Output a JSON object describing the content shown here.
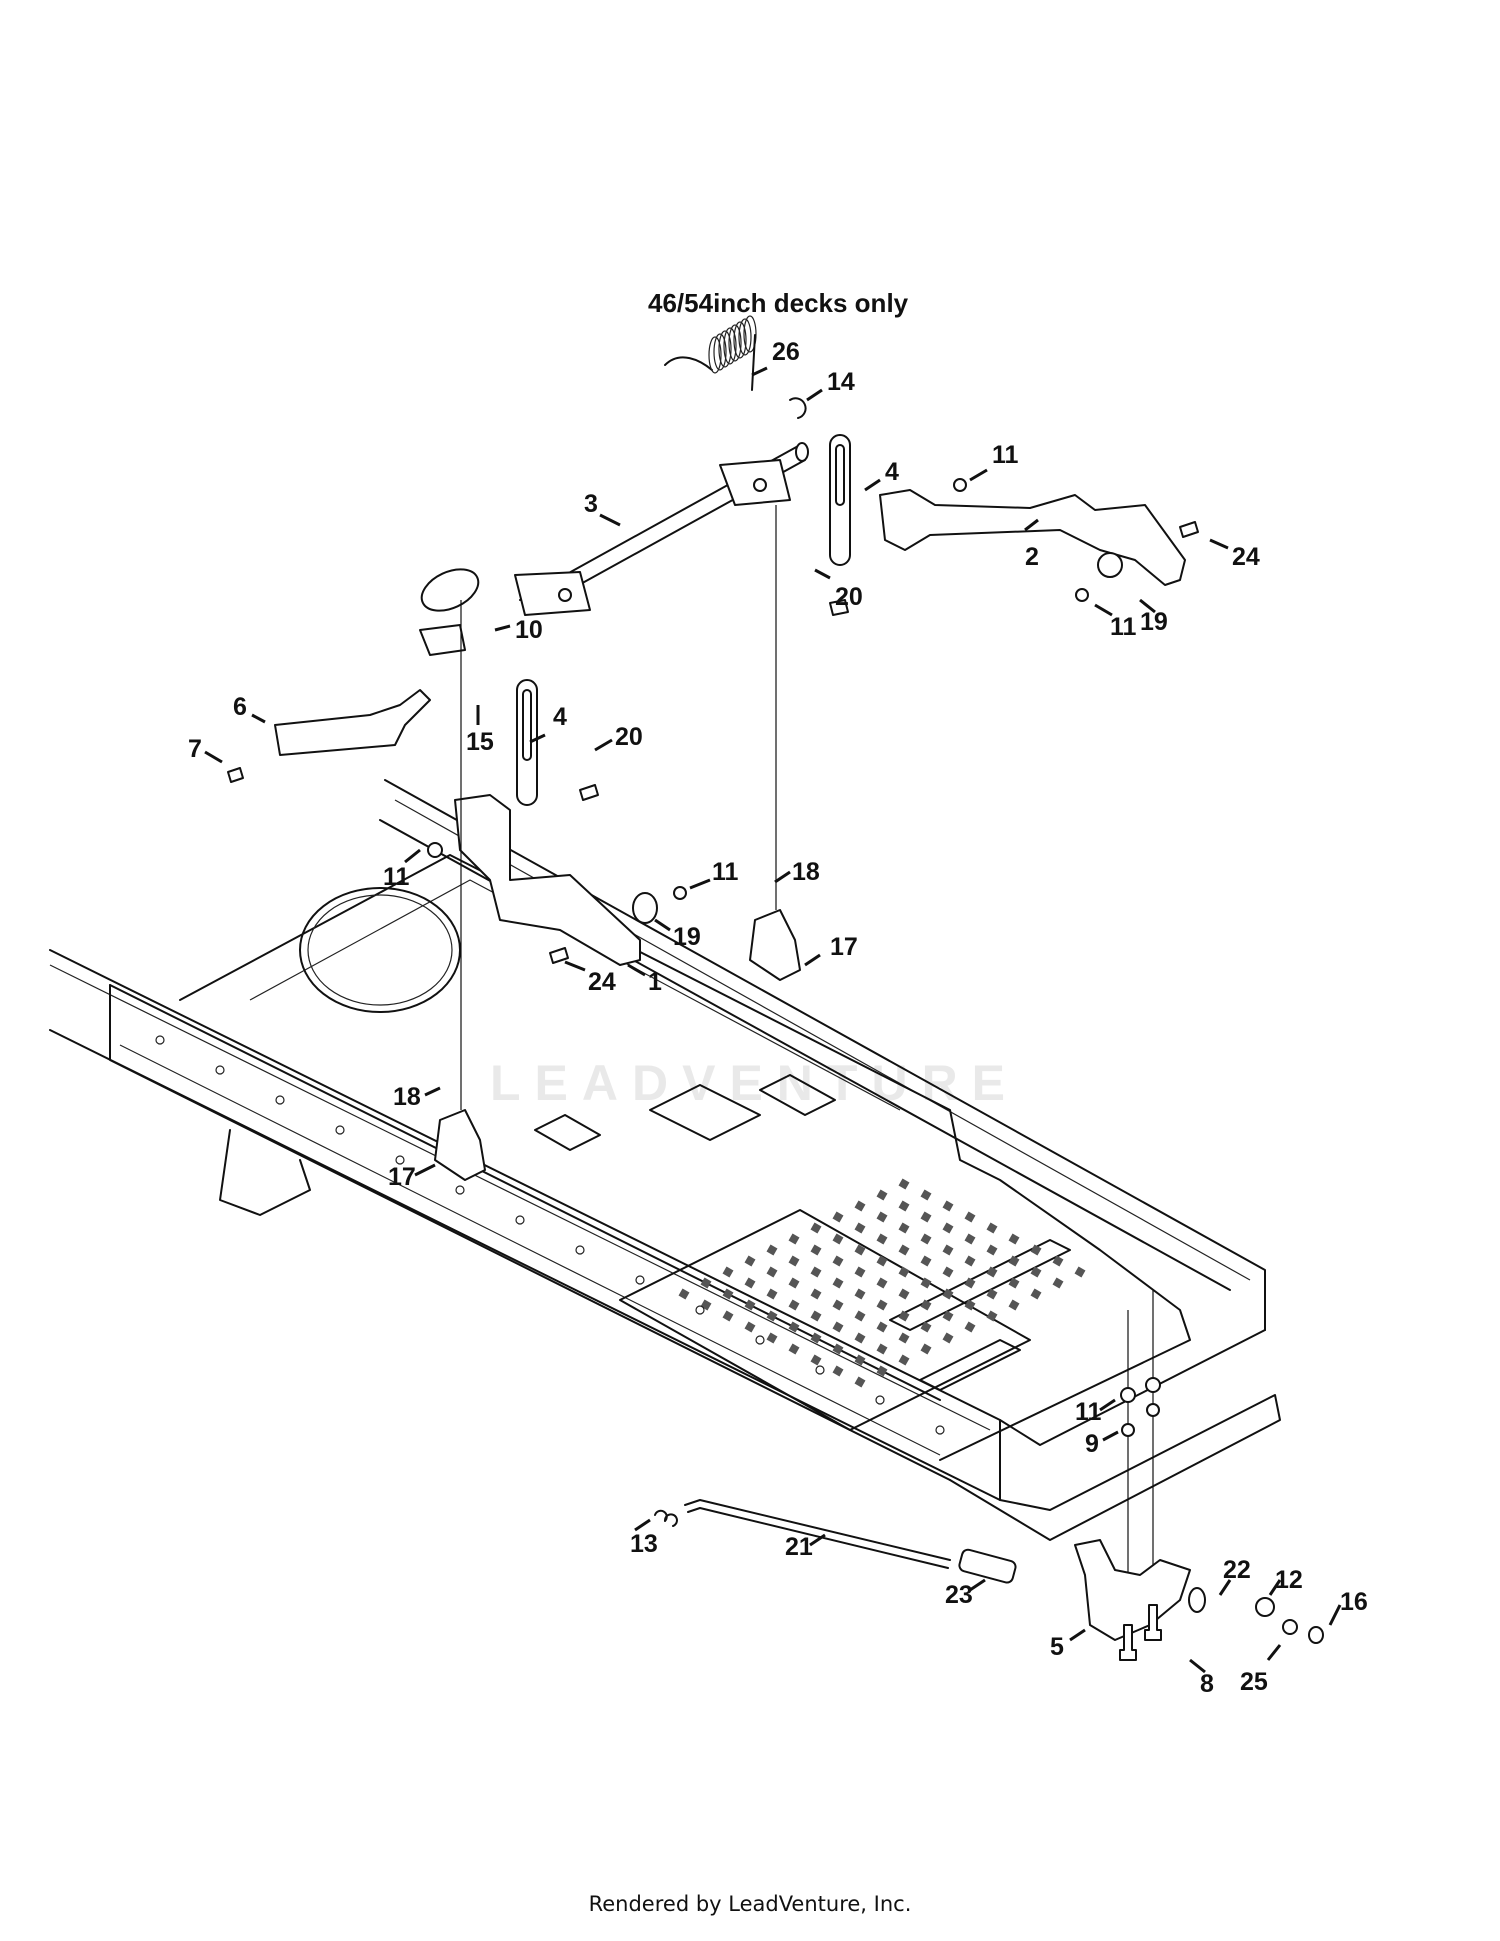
{
  "diagram": {
    "title": "46/54inch decks only",
    "watermark": "LEADVENTURE",
    "footer": "Rendered by LeadVenture, Inc."
  },
  "callouts": [
    {
      "id": "26",
      "label": "26"
    },
    {
      "id": "14",
      "label": "14"
    },
    {
      "id": "3",
      "label": "3"
    },
    {
      "id": "4a",
      "label": "4"
    },
    {
      "id": "11a",
      "label": "11"
    },
    {
      "id": "2",
      "label": "2"
    },
    {
      "id": "24a",
      "label": "24"
    },
    {
      "id": "20a",
      "label": "20"
    },
    {
      "id": "11b",
      "label": "11"
    },
    {
      "id": "19a",
      "label": "19"
    },
    {
      "id": "10",
      "label": "10"
    },
    {
      "id": "6",
      "label": "6"
    },
    {
      "id": "7",
      "label": "7"
    },
    {
      "id": "15",
      "label": "15"
    },
    {
      "id": "4b",
      "label": "4"
    },
    {
      "id": "20b",
      "label": "20"
    },
    {
      "id": "11c",
      "label": "11"
    },
    {
      "id": "11d",
      "label": "11"
    },
    {
      "id": "18a",
      "label": "18"
    },
    {
      "id": "17a",
      "label": "17"
    },
    {
      "id": "19b",
      "label": "19"
    },
    {
      "id": "24b",
      "label": "24"
    },
    {
      "id": "1",
      "label": "1"
    },
    {
      "id": "18b",
      "label": "18"
    },
    {
      "id": "17b",
      "label": "17"
    },
    {
      "id": "11e",
      "label": "11"
    },
    {
      "id": "9",
      "label": "9"
    },
    {
      "id": "13",
      "label": "13"
    },
    {
      "id": "21",
      "label": "21"
    },
    {
      "id": "23",
      "label": "23"
    },
    {
      "id": "22",
      "label": "22"
    },
    {
      "id": "12",
      "label": "12"
    },
    {
      "id": "16",
      "label": "16"
    },
    {
      "id": "5",
      "label": "5"
    },
    {
      "id": "8",
      "label": "8"
    },
    {
      "id": "25",
      "label": "25"
    }
  ]
}
